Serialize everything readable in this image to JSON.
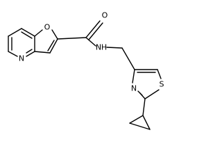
{
  "molecule": {
    "atoms": {
      "O_furan": "O",
      "O_carbonyl": "O",
      "N_pyridine": "N",
      "N_amide": "N",
      "H_amide": "H",
      "N_thiazole": "N",
      "S_thiazole": "S"
    }
  }
}
